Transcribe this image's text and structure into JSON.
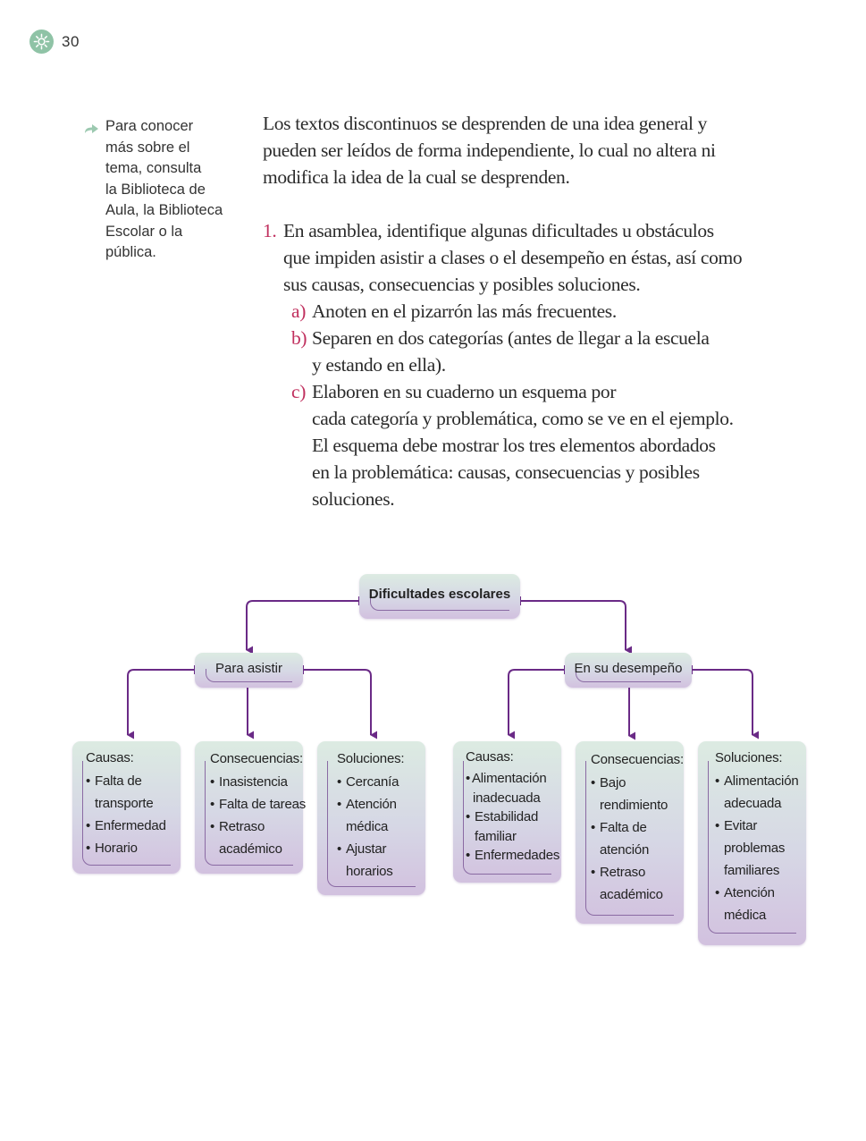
{
  "page": {
    "number": "30",
    "badge_icon": "sun-icon",
    "accent_color": "#c0305e",
    "line_color": "#6a2a86"
  },
  "sidenote": {
    "icon": "arrow-right-icon",
    "lines": [
      "Para conocer",
      "más sobre el",
      "tema, consulta",
      "la Biblioteca de",
      "Aula, la Biblioteca",
      "Escolar o la",
      "pública."
    ]
  },
  "intro": {
    "lines": [
      "Los textos discontinuos se desprenden de una idea general y",
      "pueden ser leídos de forma independiente, lo cual no altera ni",
      "modifica la idea de la cual se desprenden."
    ]
  },
  "activity": {
    "number": "1.",
    "lines": [
      "En asamblea, identifique algunas dificultades u obstáculos",
      "que impiden asistir a clases o el desempeño en éstas, así como",
      "sus causas, consecuencias y posibles soluciones."
    ],
    "items": [
      {
        "letter": "a)",
        "lines": [
          "Anoten en el pizarrón las más frecuentes."
        ]
      },
      {
        "letter": "b)",
        "lines": [
          "Separen en dos categorías (antes de llegar a la escuela",
          "y estando en ella)."
        ]
      },
      {
        "letter": "c)",
        "lines": [
          "Elaboren en su cuaderno un esquema por",
          "cada categoría y problemática, como se ve en el ejemplo.",
          "El esquema debe mostrar los tres elementos abordados",
          "en la problemática: causas, consecuencias  y posibles",
          "soluciones."
        ]
      }
    ]
  },
  "diagram": {
    "root": "Dificultades escolares",
    "branches": [
      {
        "title": "Para asistir",
        "boxes": [
          {
            "head": "Causas:",
            "items": [
              [
                "Falta de",
                "transporte"
              ],
              [
                "Enfermedad"
              ],
              [
                "Horario"
              ]
            ]
          },
          {
            "head": "Consecuencias:",
            "items": [
              [
                "Inasistencia"
              ],
              [
                "Falta de tareas"
              ],
              [
                "Retraso",
                "académico"
              ]
            ]
          },
          {
            "head": "Soluciones:",
            "items": [
              [
                "Cercanía"
              ],
              [
                "Atención",
                "médica"
              ],
              [
                "Ajustar",
                "horarios"
              ]
            ]
          }
        ]
      },
      {
        "title": "En su desempeño",
        "boxes": [
          {
            "head": "Causas:",
            "items": [
              [
                "Alimentación",
                "inadecuada"
              ],
              [
                "Estabilidad",
                "familiar"
              ],
              [
                "Enfermedades"
              ]
            ]
          },
          {
            "head": "Consecuencias:",
            "items": [
              [
                "Bajo",
                "rendimiento"
              ],
              [
                "Falta de",
                "atención"
              ],
              [
                "Retraso",
                "académico"
              ]
            ]
          },
          {
            "head": "Soluciones:",
            "items": [
              [
                "Alimentación",
                "adecuada"
              ],
              [
                "Evitar",
                "problemas",
                "familiares"
              ],
              [
                "Atención",
                "médica"
              ]
            ]
          }
        ]
      }
    ]
  }
}
